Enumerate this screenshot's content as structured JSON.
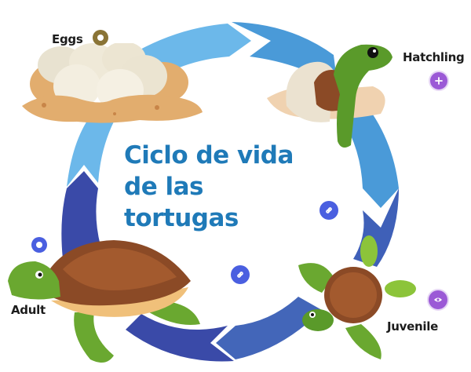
{
  "title": {
    "line1": "Ciclo de vida",
    "line2": "de las",
    "line3": "tortugas"
  },
  "stages": [
    {
      "id": "eggs",
      "label": "Eggs"
    },
    {
      "id": "hatchling",
      "label": "Hatchling"
    },
    {
      "id": "juvenile",
      "label": "Juvenile"
    },
    {
      "id": "adult",
      "label": "Adult"
    }
  ],
  "hotspots": [
    {
      "id": "eggs-hotspot",
      "icon": "ring-icon",
      "color": "#8a7436"
    },
    {
      "id": "hatchling-hotspot",
      "icon": "plus-icon",
      "color": "#9b59d6"
    },
    {
      "id": "center-link-hotspot",
      "icon": "link-icon",
      "color": "#4a5fe0"
    },
    {
      "id": "lower-link-hotspot",
      "icon": "link-icon",
      "color": "#4a5fe0"
    },
    {
      "id": "juvenile-hotspot",
      "icon": "eye-icon",
      "color": "#9b59d6"
    },
    {
      "id": "adult-hotspot",
      "icon": "ring-icon",
      "color": "#4a5fe0"
    }
  ],
  "colors": {
    "title": "#1f7ab8",
    "arrow_light": "#6cb8ea",
    "arrow_mid": "#4a9ad8",
    "arrow_dark": "#3f5fb8",
    "arrow_darkest": "#3a4aa8"
  }
}
